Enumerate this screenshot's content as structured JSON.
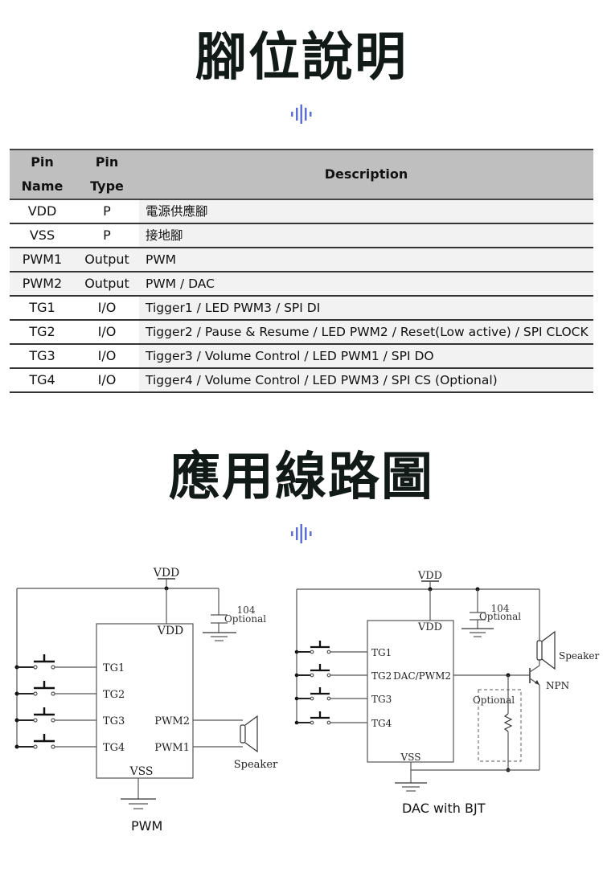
{
  "section1": {
    "title": "腳位說明",
    "divider_icon": "sound-wave-icon",
    "accent_color": "#5b6fd6"
  },
  "pin_table": {
    "headers": {
      "pin_name": "Pin Name",
      "pin_name_line1": "Pin",
      "pin_name_line2": "Name",
      "pin_type_line1": "Pin",
      "pin_type_line2": "Type",
      "description": "Description"
    },
    "rows": [
      {
        "name": "VDD",
        "type": "P",
        "description": "電源供應腳"
      },
      {
        "name": "VSS",
        "type": "P",
        "description": "接地腳"
      },
      {
        "name": "PWM1",
        "type": "Output",
        "description": "PWM"
      },
      {
        "name": "PWM2",
        "type": "Output",
        "description": "PWM / DAC"
      },
      {
        "name": "TG1",
        "type": "I/O",
        "description": "Tigger1 / LED PWM3 / SPI DI"
      },
      {
        "name": "TG2",
        "type": "I/O",
        "description": "Tigger2 / Pause & Resume / LED PWM2 / Reset(Low active) / SPI CLOCK"
      },
      {
        "name": "TG3",
        "type": "I/O",
        "description": "Tigger3 / Volume Control / LED PWM1 / SPI DO"
      },
      {
        "name": "TG4",
        "type": "I/O",
        "description": "Tigger4 / Volume Control / LED PWM3 / SPI CS (Optional)"
      }
    ]
  },
  "section2": {
    "title": "應用線路圖",
    "divider_icon": "sound-wave-icon"
  },
  "circuits": {
    "pwm": {
      "caption": "PWM",
      "vdd_label": "VDD",
      "chip_vdd": "VDD",
      "chip_vss": "VSS",
      "cap_value": "104",
      "cap_note": "Optional",
      "inputs": [
        "TG1",
        "TG2",
        "TG3",
        "TG4"
      ],
      "outputs": [
        "PWM2",
        "PWM1"
      ],
      "speaker_label": "Speaker"
    },
    "dac": {
      "caption": "DAC with BJT",
      "vdd_label": "VDD",
      "chip_vdd": "VDD",
      "chip_vss": "VSS",
      "cap_value": "104",
      "cap_note": "Optional",
      "inputs": [
        "TG1",
        "TG2",
        "TG3",
        "TG4"
      ],
      "output": "DAC/PWM2",
      "speaker_label": "Speaker",
      "transistor_label": "NPN",
      "resistor_note": "Optional"
    }
  }
}
